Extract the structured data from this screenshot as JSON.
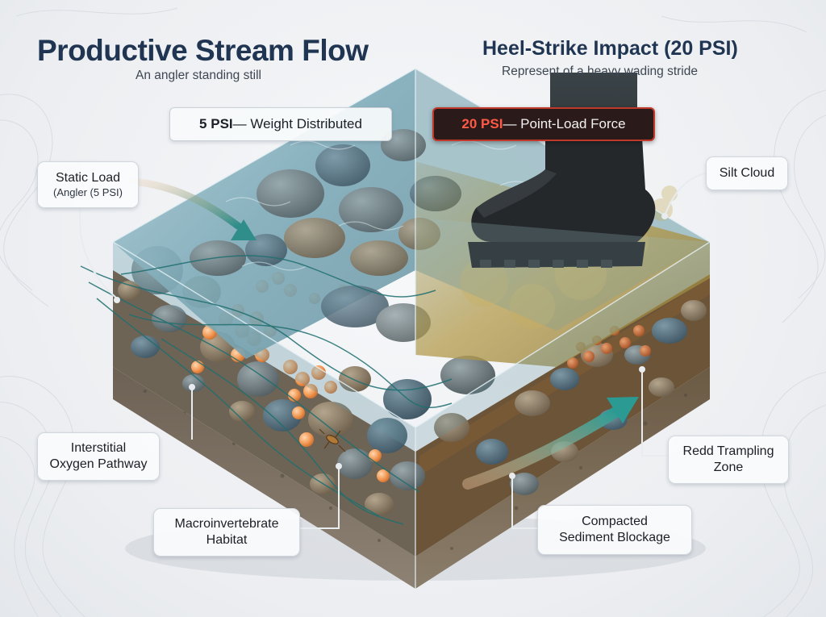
{
  "header": {
    "left_title": "Productive Stream Flow",
    "left_subtitle": "An angler standing still",
    "right_title": "Heel-Strike Impact (20 PSI)",
    "right_subtitle": "Represent of a heavy wading stride"
  },
  "pressure_labels": {
    "left_value": "5 PSI",
    "left_text": " — Weight Distributed",
    "right_value": "20 PSI",
    "right_text": " — Point-Load Force"
  },
  "callouts": {
    "static_load": {
      "line1": "Static Load",
      "line2": "(Angler (5 PSI)"
    },
    "silt_cloud": "Silt Cloud",
    "interstitial": {
      "line1": "Interstitial",
      "line2": "Oxygen Pathway"
    },
    "redd": {
      "line1": "Redd Trampling",
      "line2": "Zone"
    },
    "compacted": {
      "line1": "Compacted",
      "line2": "Sediment Blockage"
    },
    "macro": {
      "line1": "Macroinvertebrate",
      "line2": "Habitat"
    }
  },
  "colors": {
    "title": "#1f3552",
    "water": "#8fb9c6",
    "silt": "#b39a4a",
    "egg": "#f0a060",
    "alert": "#c0392b"
  }
}
